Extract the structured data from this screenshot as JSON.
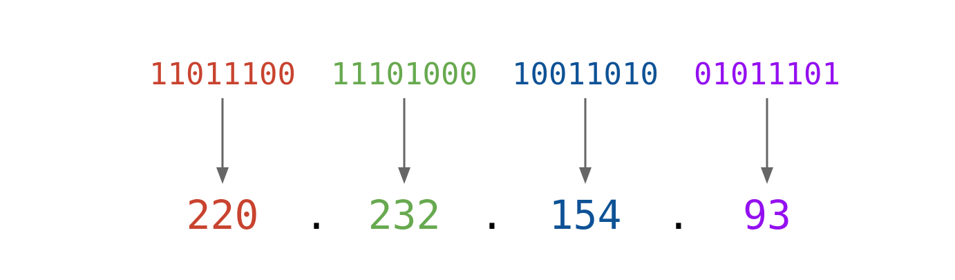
{
  "octets": [
    {
      "binary": "11011100",
      "decimal": "220",
      "color": "#c8432f"
    },
    {
      "binary": "11101000",
      "decimal": "232",
      "color": "#67a94f"
    },
    {
      "binary": "10011010",
      "decimal": "154",
      "color": "#0e5296"
    },
    {
      "binary": "01011101",
      "decimal": "93",
      "color": "#9410f0"
    }
  ],
  "separator": ".",
  "arrow_color": "#666666"
}
